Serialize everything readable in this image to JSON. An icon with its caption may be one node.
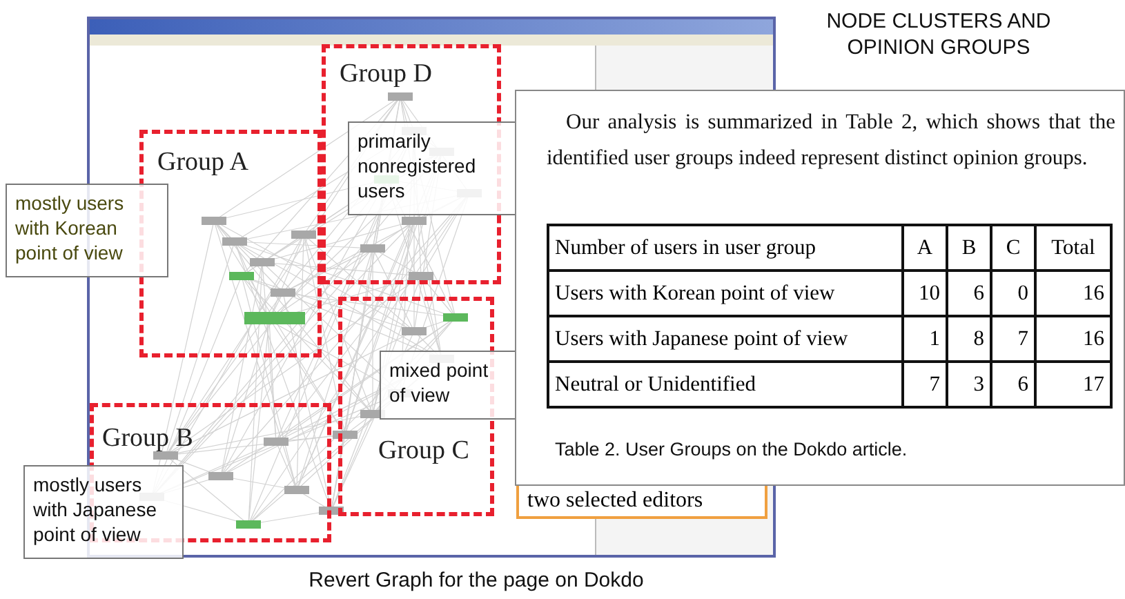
{
  "diagram": {
    "title": "NODE CLUSTERS AND OPINION GROUPS",
    "caption": "Revert Graph for the page on Dokdo",
    "nodes": [
      {
        "text": [
          "Group D"
        ]
      },
      {
        "text": [
          "Group A"
        ]
      },
      {
        "text": [
          "Group C"
        ]
      },
      {
        "text": [
          "Group B"
        ]
      },
      {
        "text": [
          "primarily nonregistered users"
        ]
      },
      {
        "text": [
          "mostly users with Korean point of view"
        ]
      },
      {
        "text": [
          "mixed point of view"
        ]
      },
      {
        "text": [
          "mostly users with Japanese point of view"
        ]
      },
      {
        "text": [
          "two selected editors"
        ]
      },
      {
        "text": [
          "Our analysis is summarized in Table 2, which shows that the identified user groups indeed represent distinct opinion groups.",
          "Table 2. User Groups on the Dokdo article."
        ]
      }
    ],
    "edges": [],
    "labels": [
      "Number of users in user group",
      "A",
      "B",
      "C",
      "Total",
      "Users with Korean point of view",
      "10",
      "6",
      "0",
      "16",
      "Users with Japanese point of view",
      "1",
      "8",
      "7",
      "16",
      "Neutral or Unidentified",
      "7",
      "3",
      "6",
      "17"
    ]
  }
}
